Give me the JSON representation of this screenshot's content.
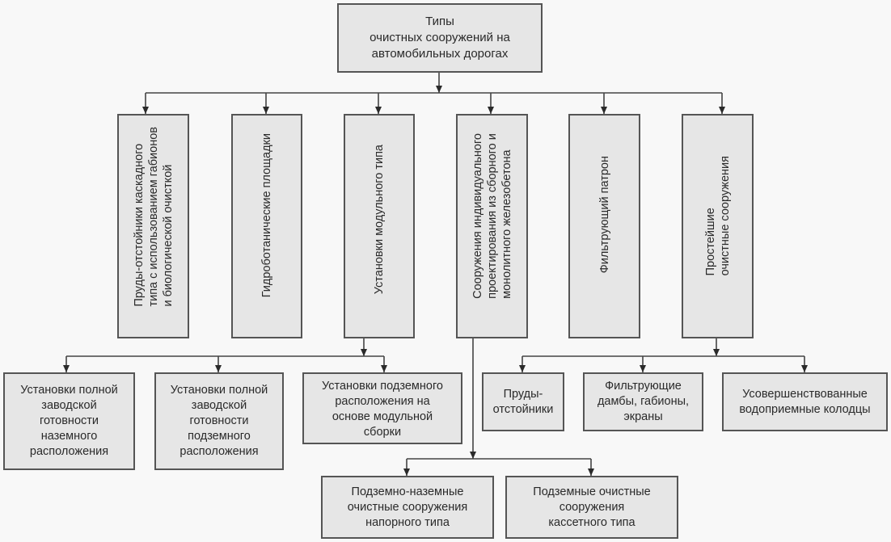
{
  "diagram": {
    "root": {
      "label": "Типы\nочистных сооружений на\nавтомобильных дорогах"
    },
    "categories": [
      {
        "id": "b1",
        "label": "Пруды-отстойники каскадного\nтипа с использованием габионов\nи биологической очисткой"
      },
      {
        "id": "b2",
        "label": "Гидроботанические площадки"
      },
      {
        "id": "b3",
        "label": "Установки модульного типа"
      },
      {
        "id": "b4",
        "label": "Сооружения индивидуального\nпроектирования из сборного и\nмонолитного железобетона"
      },
      {
        "id": "b5",
        "label": "Фильтрующий патрон"
      },
      {
        "id": "b6",
        "label": "Простейшие\nочистные сооружения"
      }
    ],
    "modular_subtypes": [
      {
        "id": "s1",
        "label": "Установки полной\nзаводской\nготовности\nназемного\nрасположения"
      },
      {
        "id": "s2",
        "label": "Установки полной\nзаводской\nготовности\nподземного\nрасположения"
      },
      {
        "id": "s3",
        "label": "Установки  подземного\nрасположения на\nоснове модульной\nсборки"
      }
    ],
    "individual_subtypes": [
      {
        "id": "s4",
        "label": "Подземно-наземные\nочистные сооружения\nнапорного типа"
      },
      {
        "id": "s5",
        "label": "Подземные  очистные\nсооружения\nкассетного типа"
      }
    ],
    "simple_subtypes": [
      {
        "id": "s6",
        "label": "Пруды-\nотстойники"
      },
      {
        "id": "s7",
        "label": "Фильтрующие\nдамбы, габионы,\nэкраны"
      },
      {
        "id": "s8",
        "label": "Усовершенствованные\nводоприемные колодцы"
      }
    ]
  },
  "colors": {
    "box_fill": "#e6e6e6",
    "box_border": "#555555",
    "connector": "#444444",
    "background": "#f8f8f8"
  }
}
